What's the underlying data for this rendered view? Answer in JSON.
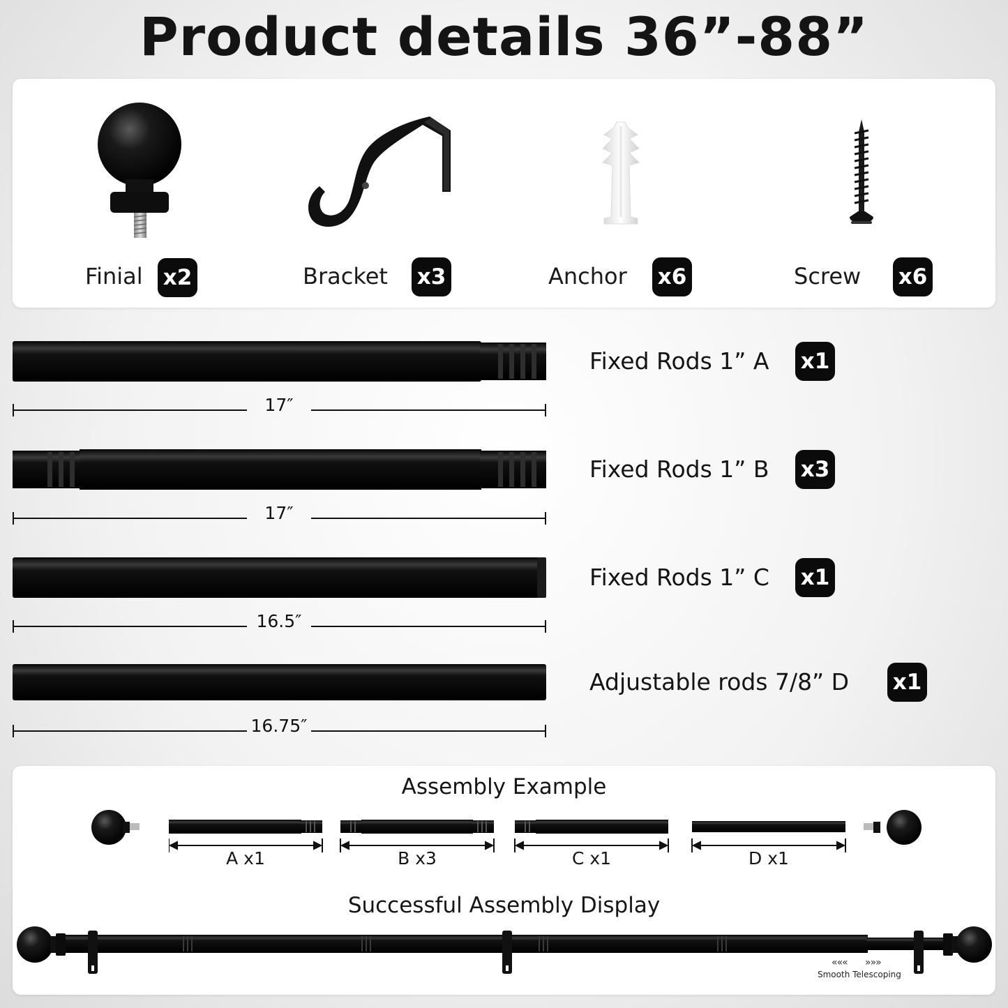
{
  "title": "Product details 36”-88”",
  "parts": [
    {
      "label": "Finial",
      "qty": "x2",
      "icon": "finial-icon"
    },
    {
      "label": "Bracket",
      "qty": "x3",
      "icon": "bracket-icon"
    },
    {
      "label": "Anchor",
      "qty": "x6",
      "icon": "anchor-icon"
    },
    {
      "label": "Screw",
      "qty": "x6",
      "icon": "screw-icon"
    }
  ],
  "rods": [
    {
      "label": "Fixed Rods 1” A",
      "qty": "x1",
      "length": "17″"
    },
    {
      "label": "Fixed Rods 1” B",
      "qty": "x3",
      "length": "17″"
    },
    {
      "label": "Fixed Rods 1” C",
      "qty": "x1",
      "length": "16.5″"
    },
    {
      "label": "Adjustable rods 7/8” D",
      "qty": "x1",
      "length": "16.75″"
    }
  ],
  "assembly": {
    "example_title": "Assembly Example",
    "pieces": [
      "A x1",
      "B x3",
      "C x1",
      "D x1"
    ],
    "display_title": "Successful Assembly Display",
    "telescoping_label": "Smooth Telescoping"
  },
  "colors": {
    "rod": "#0d0d0d",
    "badge": "#0b0b0b",
    "panel": "#ffffff"
  }
}
